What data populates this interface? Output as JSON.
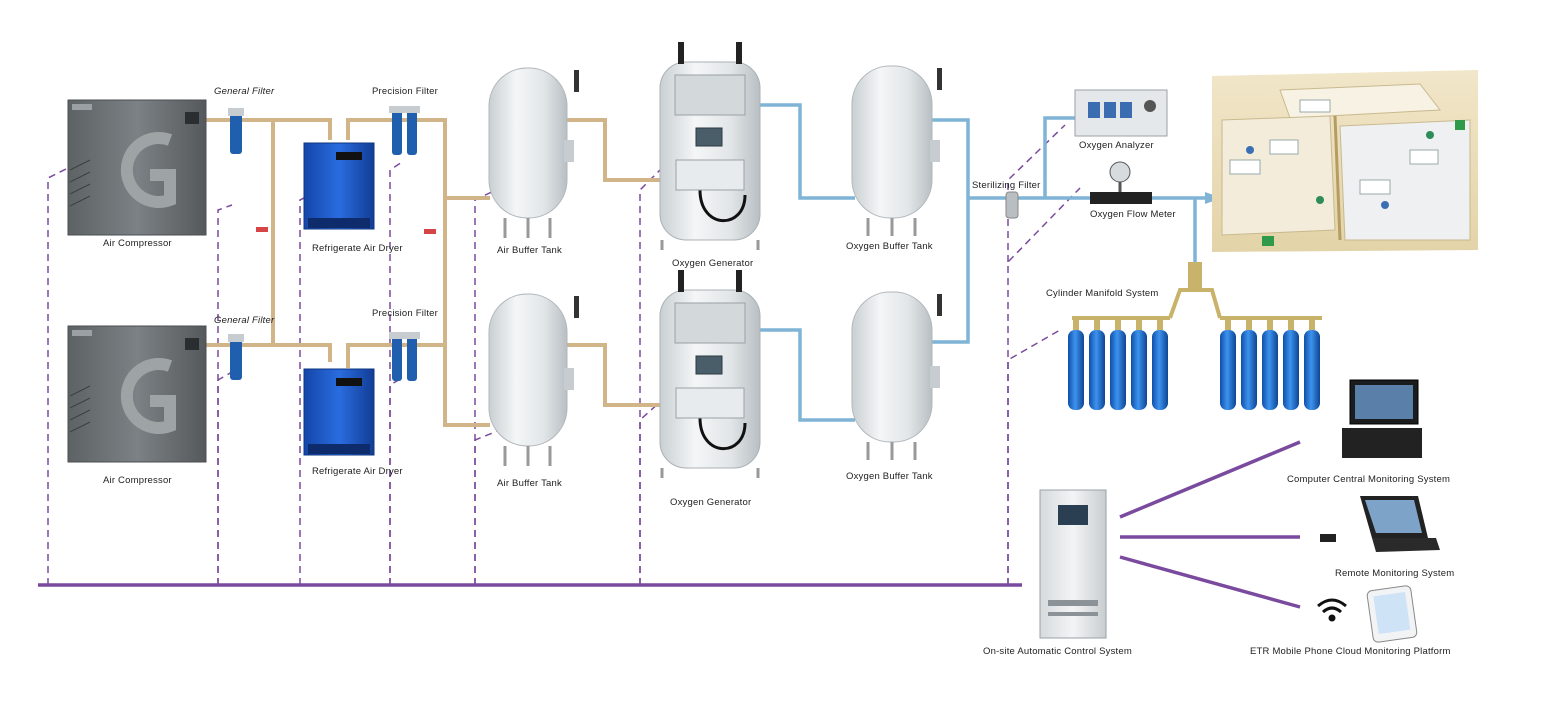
{
  "labels": {
    "general_filter_1": "General Filter",
    "general_filter_2": "General Filter",
    "precision_filter_1": "Precision Filter",
    "precision_filter_2": "Precision Filter",
    "air_compressor_1": "Air Compressor",
    "air_compressor_2": "Air Compressor",
    "dryer_1": "Refrigerate Air Dryer",
    "dryer_2": "Refrigerate Air Dryer",
    "air_buffer_1": "Air Buffer Tank",
    "air_buffer_2": "Air Buffer Tank",
    "oxygen_generator_1": "Oxygen Generator",
    "oxygen_generator_2": "Oxygen Generator",
    "oxygen_buffer_1": "Oxygen Buffer Tank",
    "oxygen_buffer_2": "Oxygen Buffer Tank",
    "sterilizing_filter": "Sterilizing Filter",
    "oxygen_analyzer": "Oxygen Analyzer",
    "oxygen_flow_meter": "Oxygen Flow Meter",
    "cylinder_manifold": "Cylinder Manifold System",
    "computer_monitoring": "Computer Central Monitoring System",
    "remote_monitoring": "Remote Monitoring System",
    "mobile_cloud": "ETR Mobile Phone Cloud Monitoring Platform",
    "control_system": "On-site Automatic Control System"
  },
  "colors": {
    "air_pipe": "#d2b489",
    "oxygen_pipe": "#7fb4d6",
    "control_line": "#7a4a9e",
    "cylinder": "#1f73d6",
    "dryer": "#1b5fd0",
    "compressor": "#6b7073"
  },
  "icons": [
    "compressor-icon",
    "filter-icon",
    "dryer-icon",
    "tank-icon",
    "generator-icon",
    "cylinder-icon",
    "monitor-icon",
    "laptop-icon",
    "phone-icon",
    "wifi-icon",
    "hospital-icon",
    "control-cabinet-icon"
  ]
}
